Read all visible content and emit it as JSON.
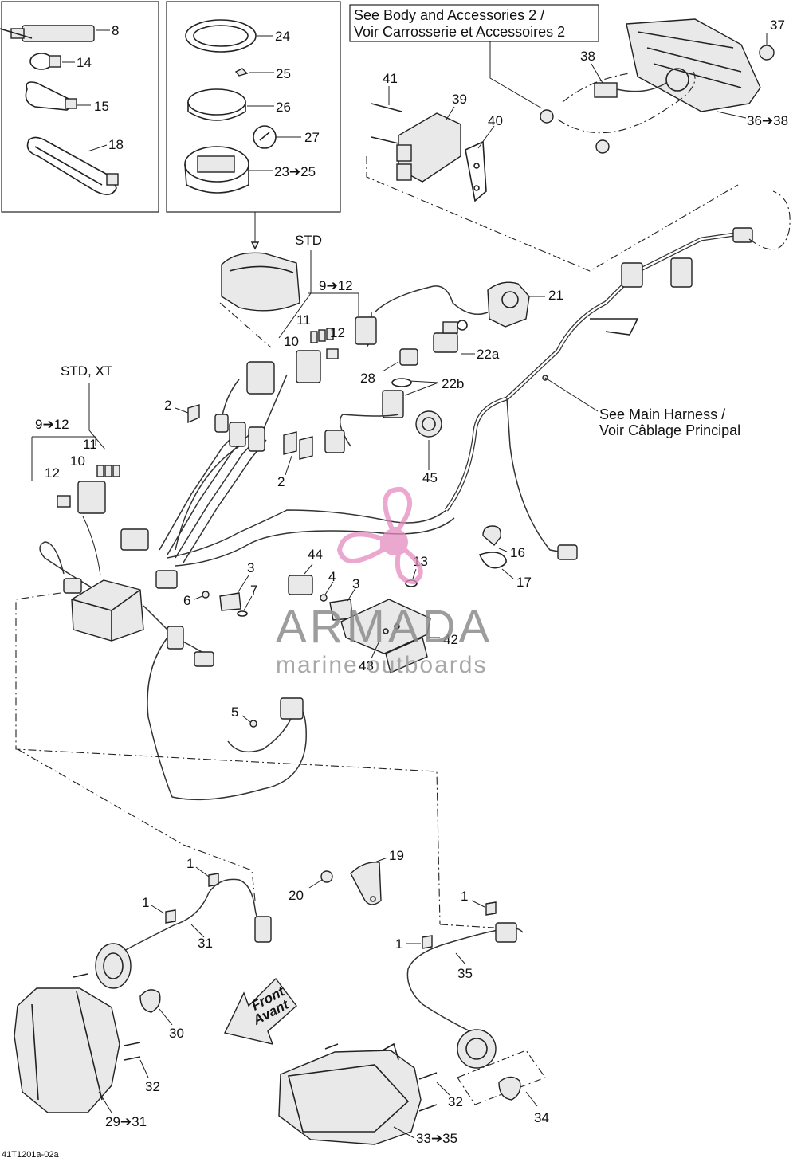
{
  "notes": {
    "body_line1": "See Body and Accessories 2 /",
    "body_line2": "Voir Carrosserie et Accessoires 2",
    "harness_line1": "See Main Harness /",
    "harness_line2": "Voir Câblage Principal",
    "std": "STD",
    "std_xt": "STD, XT",
    "front_line1": "Front",
    "front_line2": "Avant"
  },
  "watermark": {
    "brand": "ARMADA",
    "sub": "marine outboards",
    "color_pink": "#e58bc0"
  },
  "drawing_code": "41T1201a-02a",
  "callouts": {
    "c8": "8",
    "c14": "14",
    "c15": "15",
    "c18": "18",
    "c24": "24",
    "c25": "25",
    "c26": "26",
    "c27": "27",
    "c23_25": "23➔25",
    "c37": "37",
    "c38": "38",
    "c36_38": "36➔38",
    "c41": "41",
    "c39": "39",
    "c40": "40",
    "c9_12_std": "9➔12",
    "c11_std": "11",
    "c12_std": "12",
    "c10_std": "10",
    "c21": "21",
    "c22a": "22a",
    "c28": "28",
    "c22b": "22b",
    "c2_left": "2",
    "c2_right": "2",
    "c45": "45",
    "c9_12_xt": "9➔12",
    "c11_xt": "11",
    "c10_xt": "10",
    "c12_xt": "12",
    "c16": "16",
    "c17": "17",
    "c44": "44",
    "c4": "4",
    "c3_left": "3",
    "c3_right": "3",
    "c13": "13",
    "c6": "6",
    "c7": "7",
    "c42": "42",
    "c43": "43",
    "c5": "5",
    "c19": "19",
    "c20": "20",
    "c1_a": "1",
    "c1_b": "1",
    "c31": "31",
    "c30": "30",
    "c32_left": "32",
    "c29_31": "29➔31",
    "c1_c": "1",
    "c1_d": "1",
    "c35": "35",
    "c32_right": "32",
    "c34": "34",
    "c33_35": "33➔35"
  }
}
